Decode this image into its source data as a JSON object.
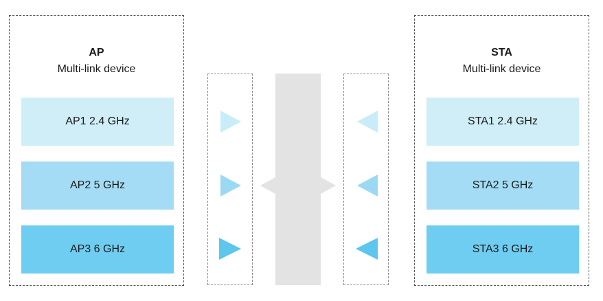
{
  "ap": {
    "title": "AP",
    "subtitle": "Multi-link device",
    "links": [
      "AP1 2.4 GHz",
      "AP2 5 GHz",
      "AP3 6 GHz"
    ]
  },
  "sta": {
    "title": "STA",
    "subtitle": "Multi-link device",
    "links": [
      "STA1 2.4 GHz",
      "STA2 5 GHz",
      "STA3 6 GHz"
    ]
  },
  "colors": {
    "link_2_4": "#cfeef8",
    "link_5": "#a3dcf4",
    "link_6": "#6ecdf1",
    "arrow_2_4": "#c8ecf8",
    "arrow_5": "#9bd9f3",
    "arrow_6": "#5cc6ef",
    "medium": "#e3e3e3"
  },
  "icons": [
    "triangle-right-icon",
    "triangle-left-icon",
    "double-arrow-icon"
  ]
}
